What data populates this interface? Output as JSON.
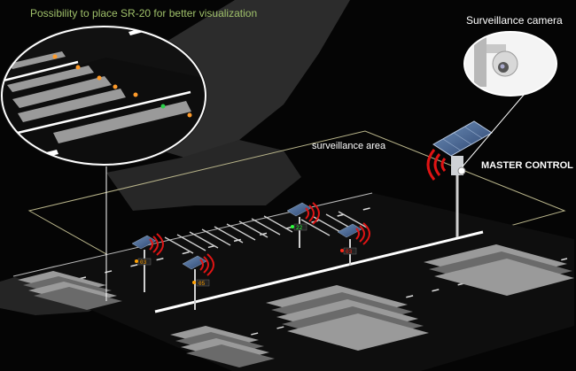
{
  "labels": {
    "hint": "Possibility to place SR-20 for better visualization",
    "camera": "Surveillance camera",
    "area": "surveillance area",
    "master": "MASTER CONTROL"
  },
  "sensors": [
    {
      "id": "sensor-1",
      "display": "03",
      "status_color": "#ffa000"
    },
    {
      "id": "sensor-2",
      "display": "05",
      "status_color": "#ffa000"
    },
    {
      "id": "sensor-3",
      "display": "03",
      "status_color": "#ff2a1a"
    },
    {
      "id": "sensor-4",
      "display": "22",
      "status_color": "#2aff3a"
    }
  ],
  "colors": {
    "background": "#050505",
    "terrain": "#2c2c2c",
    "lot": "#0e0e0e",
    "area_outline": "#b8b48a",
    "hint_text": "#9fc06a",
    "signal": "#e01414",
    "parking_ok": "#2bd04a",
    "parking_warn": "#ff9b2a"
  }
}
